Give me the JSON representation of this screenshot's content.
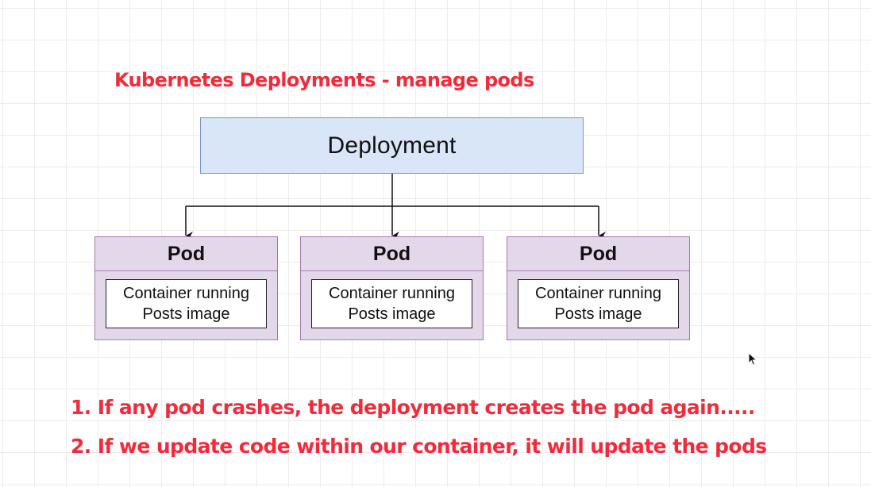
{
  "title": "Kubernetes Deployments - manage pods",
  "deployment": {
    "label": "Deployment"
  },
  "pods": [
    {
      "label": "Pod",
      "container_lines": [
        "Container running",
        "Posts image"
      ]
    },
    {
      "label": "Pod",
      "container_lines": [
        "Container running",
        "Posts image"
      ]
    },
    {
      "label": "Pod",
      "container_lines": [
        "Container running",
        "Posts image"
      ]
    }
  ],
  "notes": [
    "1. If any pod crashes, the deployment creates the pod again.....",
    "2. If we update code within our container, it will update the pods"
  ],
  "colors": {
    "annotation_text": "#f22a3a",
    "deployment_fill": "#d9e6f7",
    "deployment_border": "#7c92c4",
    "pod_fill": "#e3d7ea",
    "pod_border": "#a07bb0",
    "connector": "#111111"
  },
  "icons": {
    "cursor": "mouse-pointer-icon",
    "arrowhead": "arrow-down-icon"
  }
}
